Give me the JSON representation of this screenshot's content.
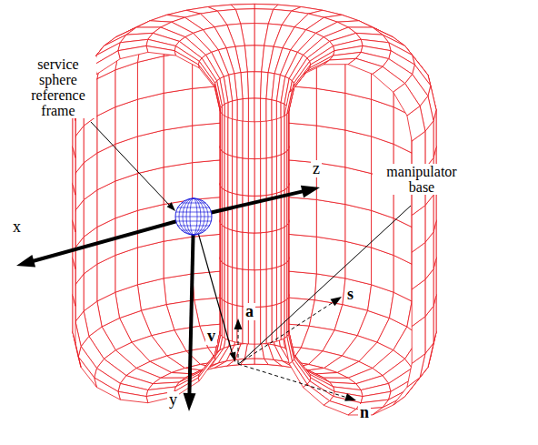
{
  "diagram": {
    "labels": [
      "service sphere reference frame",
      "x",
      "z",
      "y",
      "a",
      "v",
      "s",
      "n",
      "manipulator base"
    ]
  }
}
